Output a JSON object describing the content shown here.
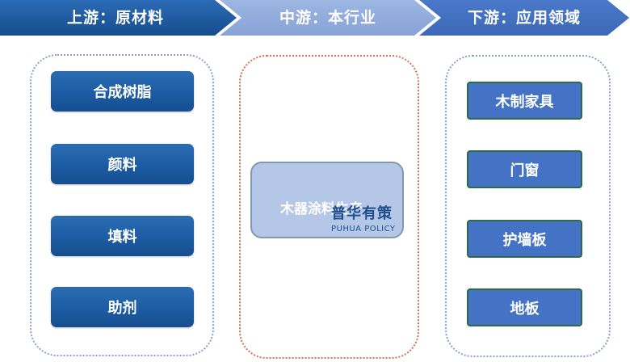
{
  "header": {
    "upstream": "上游：原材料",
    "midstream": "中游：本行业",
    "downstream": "下游：应用领域"
  },
  "upstream_items": [
    "合成树脂",
    "颜料",
    "填料",
    "助剂"
  ],
  "midstream_item": "木器涂料生产",
  "downstream_items": [
    "木制家具",
    "门窗",
    "护墙板",
    "地板"
  ],
  "watermark": {
    "main": "普华有策",
    "sub": "PUHUA POLICY"
  },
  "colors": {
    "header_dark": "#1f5aa0",
    "header_light": "#8faadc",
    "header_mid": "#4472c4",
    "upstream_box": "#1d5ca3",
    "midstream_box": "#b4c7e7",
    "downstream_box": "#4472c4",
    "downstream_border": "#2f6a46",
    "panel_border_blue": "#8aa0c8",
    "panel_border_red": "#e06a5e"
  }
}
